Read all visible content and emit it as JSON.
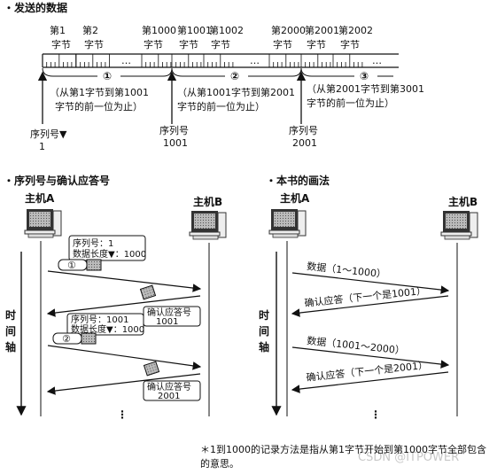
{
  "section_sent_title": "・发送的数据",
  "byte_labels": [
    {
      "top": "第1",
      "bottom": "字节"
    },
    {
      "top": "第2",
      "bottom": "字节"
    },
    {
      "top": "第1000",
      "bottom": "字节"
    },
    {
      "top": "第1001",
      "bottom": "字节"
    },
    {
      "top": "第1002",
      "bottom": "字节"
    },
    {
      "top": "第2000",
      "bottom": "字节"
    },
    {
      "top": "第2001",
      "bottom": "字节"
    },
    {
      "top": "第2002",
      "bottom": "字节"
    }
  ],
  "ellipsis": "…",
  "segments": [
    {
      "num": "①",
      "line1": "（从第1字节到第1001",
      "line2": "字节的前一位为止）"
    },
    {
      "num": "②",
      "line1": "（从第1001字节到第2001",
      "line2": "字节的前一位为止）"
    },
    {
      "num": "③",
      "line1": "（从第2001字节到第3001",
      "line2": "字节的前一位为止）"
    }
  ],
  "seq_markers": [
    {
      "label": "序列号▼",
      "value": "1"
    },
    {
      "label": "序列号",
      "value": "1001"
    },
    {
      "label": "序列号",
      "value": "2001"
    }
  ],
  "left_diagram": {
    "title": "・序列号与确认应答号",
    "host_a": "主机A",
    "host_b": "主机B",
    "time_axis": [
      "时",
      "间",
      "轴"
    ],
    "packet1_num": "①",
    "packet1_info": [
      "序列号：1",
      "数据长度▼：1000"
    ],
    "ack1": [
      "确认应答号",
      "1001"
    ],
    "packet2_num": "②",
    "packet2_info": [
      "序列号：1001",
      "数据长度▼：1000"
    ],
    "ack2": [
      "确认应答号",
      "2001"
    ],
    "dots": "⋮"
  },
  "right_diagram": {
    "title": "・本书的画法",
    "host_a": "主机A",
    "host_b": "主机B",
    "time_axis": [
      "时",
      "间",
      "轴"
    ],
    "msg1": "数据（1～1000）",
    "msg2": "确认应答（下一个是1001）",
    "msg3": "数据（1001～2000）",
    "msg4": "确认应答（下一个是2001）",
    "dots": "⋮"
  },
  "footnote": "＊1到1000的记录方法是指从第1字节开始到第1000字节全部包含的意思。",
  "watermark": "CSDN @ITPOWER"
}
